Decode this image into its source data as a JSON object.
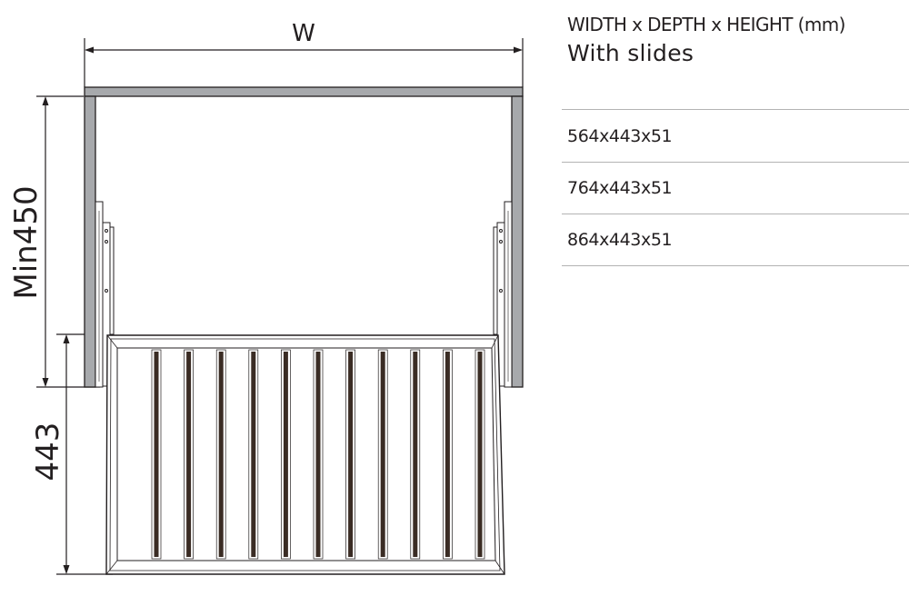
{
  "diagram": {
    "width_label": "W",
    "height_label": "Min450",
    "depth_label": "443",
    "basket_bars": 11
  },
  "spec_table": {
    "title": "WIDTH x DEPTH x HEIGHT  (mm)",
    "subtitle": "With slides",
    "rows": [
      "564x443x51",
      "764x443x51",
      "864x443x51"
    ]
  },
  "colors": {
    "line": "#231f20",
    "frame_fill": "#a7a9ac",
    "bar_fill": "#3a2c24",
    "rule": "#b3b3b3"
  }
}
